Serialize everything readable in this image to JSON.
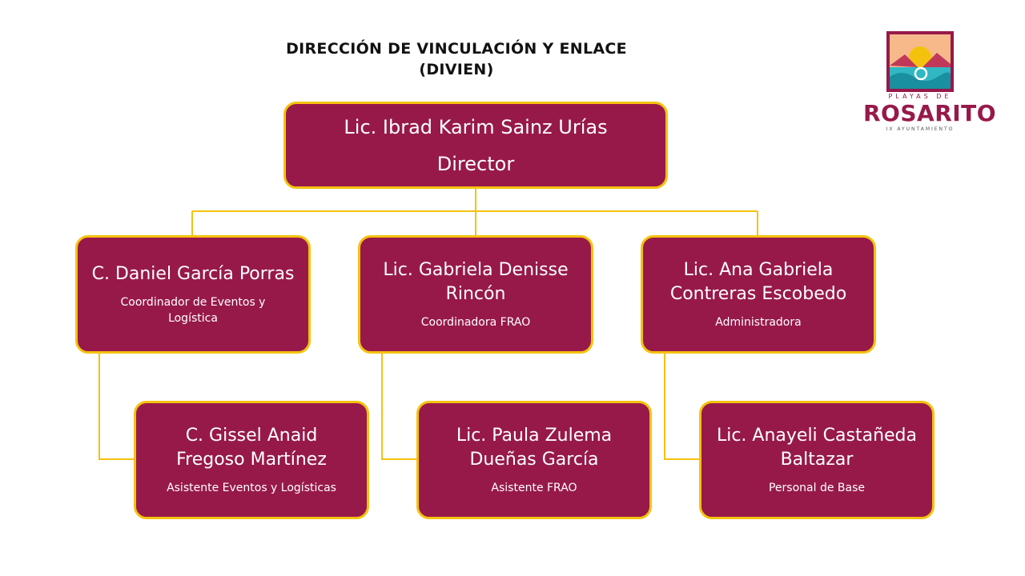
{
  "title": {
    "line1": "DIRECCIÓN DE VINCULACIÓN Y ENLACE",
    "line2": "(DIVIEN)"
  },
  "logo": {
    "top_text": "PLAYAS DE",
    "name": "ROSARITO",
    "bottom_text": "IX AYUNTAMIENTO"
  },
  "director": {
    "name": "Lic. Ibrad Karim Sainz Urías",
    "role": "Director"
  },
  "coordinators": [
    {
      "name": "C. Daniel García Porras",
      "role": "Coordinador de Eventos y Logística"
    },
    {
      "name": "Lic. Gabriela Denisse Rincón",
      "role": "Coordinadora FRAO"
    },
    {
      "name": "Lic. Ana Gabriela Contreras Escobedo",
      "role": "Administradora"
    }
  ],
  "staff": [
    {
      "name": "C. Gissel Anaid Fregoso Martínez",
      "role": "Asistente Eventos y Logísticas"
    },
    {
      "name": "Lic. Paula Zulema Dueñas García",
      "role": "Asistente FRAO"
    },
    {
      "name": "Lic. Anayeli Castañeda Baltazar",
      "role": "Personal de Base"
    }
  ],
  "colors": {
    "box_fill": "#97194a",
    "box_border": "#f4c20d",
    "connector": "#f4c20d",
    "text_on_box": "#ffffff"
  }
}
